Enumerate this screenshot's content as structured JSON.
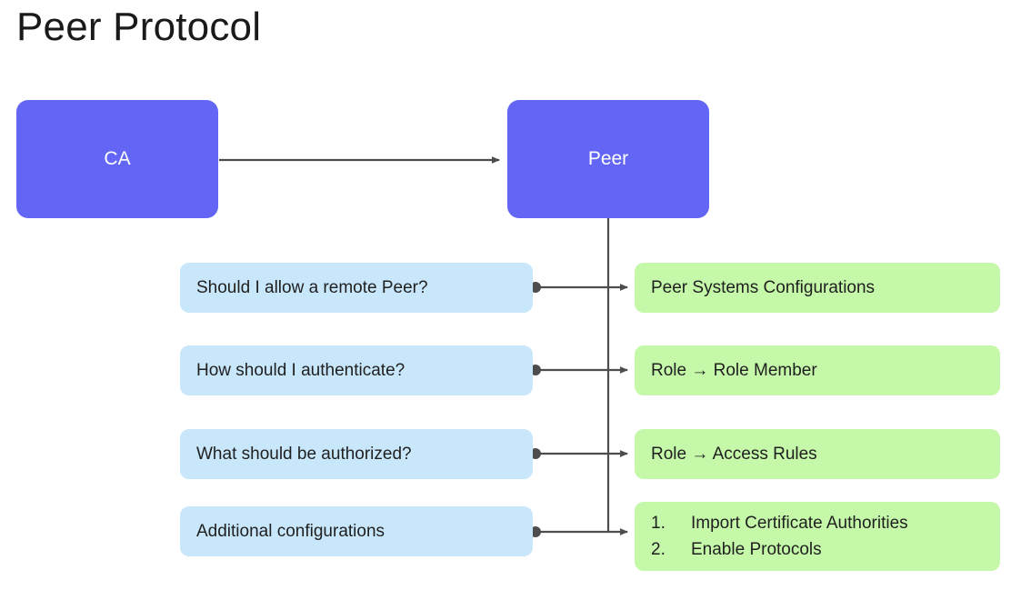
{
  "page": {
    "title": "Peer Protocol",
    "background_color": "#ffffff"
  },
  "colors": {
    "primary_node": "#6366F5",
    "primary_node_text": "#ffffff",
    "question_node": "#C9E7FB",
    "answer_node": "#C5F8A9",
    "text": "#1f1f1f",
    "connector": "#4d4d4d"
  },
  "diagram": {
    "type": "flowchart",
    "top_nodes": [
      {
        "id": "ca",
        "label": "CA",
        "kind": "primary"
      },
      {
        "id": "peer",
        "label": "Peer",
        "kind": "primary"
      }
    ],
    "rows": [
      {
        "question": "Should I allow a remote Peer?",
        "answer": "Peer Systems Configurations",
        "answer_items": null
      },
      {
        "question": "How should I authenticate?",
        "answer": "Role → Role Member",
        "answer_items": null
      },
      {
        "question": "What should be authorized?",
        "answer": "Role → Access Rules",
        "answer_items": null
      },
      {
        "question": "Additional configurations",
        "answer": null,
        "answer_items": [
          {
            "number": "1.",
            "text": "Import Certificate Authorities"
          },
          {
            "number": "2.",
            "text": "Enable Protocols"
          }
        ]
      }
    ],
    "edges": [
      {
        "from": "ca",
        "to": "peer",
        "style": "arrow"
      },
      {
        "from": "peer",
        "to": "answers",
        "style": "trunk-line"
      },
      {
        "from": "question-1",
        "to": "answer-1",
        "style": "dot-arrow"
      },
      {
        "from": "question-2",
        "to": "answer-2",
        "style": "dot-arrow"
      },
      {
        "from": "question-3",
        "to": "answer-3",
        "style": "dot-arrow"
      },
      {
        "from": "question-4",
        "to": "answer-4",
        "style": "dot-arrow"
      }
    ]
  }
}
